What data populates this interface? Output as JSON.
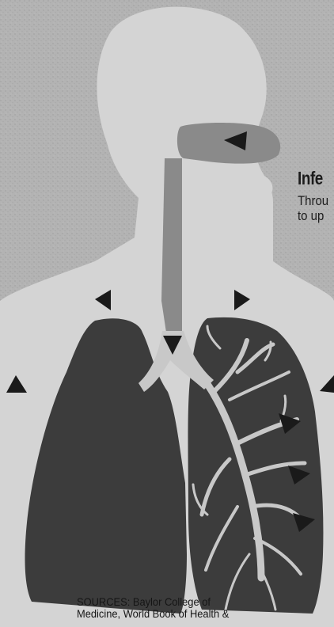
{
  "headline": "Infe",
  "subline": [
    "Throu",
    "to up"
  ],
  "sources": [
    "SOURCES: Baylor College of",
    "Medicine, World Book of Health &"
  ],
  "colors": {
    "background": "#b3b3b3",
    "body_silhouette": "#d4d4d4",
    "lung_dark": "#3c3c3c",
    "airway": "#8a8a8a",
    "bronchi": "#c8c8c8",
    "arrow": "#1a1a1a"
  },
  "icons": [
    "arrow-triangle-icon"
  ]
}
